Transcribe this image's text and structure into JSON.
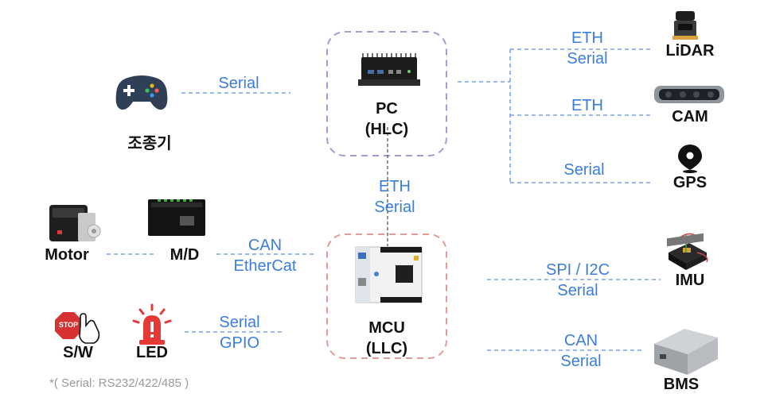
{
  "nodes": {
    "joystick": "조종기",
    "pc": [
      "PC",
      "(HLC)"
    ],
    "mcu": [
      "MCU",
      "(LLC)"
    ],
    "lidar": "LiDAR",
    "cam": "CAM",
    "gps": "GPS",
    "imu": "IMU",
    "bms": "BMS",
    "motor": "Motor",
    "md": "M/D",
    "sw": "S/W",
    "led": "LED",
    "stop_sign": "STOP"
  },
  "connections": {
    "joystick_pc": [
      "Serial"
    ],
    "pc_mcu": [
      "ETH",
      "Serial"
    ],
    "pc_lidar": [
      "ETH",
      "Serial"
    ],
    "pc_cam": [
      "ETH"
    ],
    "pc_gps": [
      "Serial"
    ],
    "md_mcu": [
      "CAN",
      "EtherCat"
    ],
    "sw_mcu": [
      "Serial",
      "GPIO"
    ],
    "mcu_imu": [
      "SPI / I2C",
      "Serial"
    ],
    "mcu_bms": [
      "CAN",
      "Serial"
    ]
  },
  "footnote": "*( Serial: RS232/422/485 )",
  "colors": {
    "link": "#3b7ddd",
    "pc_box": "#a59ad6",
    "mcu_box": "#e59a9a",
    "label": "#111111",
    "note": "#9a9a9a"
  }
}
